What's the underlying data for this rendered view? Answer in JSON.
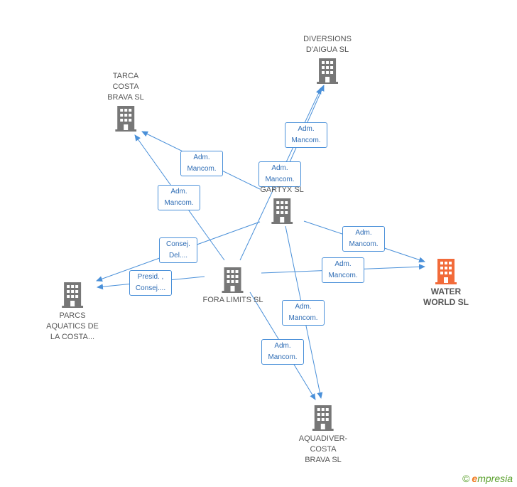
{
  "colors": {
    "edge": "#4a90d9",
    "node": "#777777",
    "focus": "#f26b3a"
  },
  "nodes": {
    "diversions": {
      "label": "DIVERSIONS\nD'AIGUA SL",
      "icon": "building-icon"
    },
    "tarca": {
      "label": "TARCA\nCOSTA\nBRAVA SL",
      "icon": "building-icon"
    },
    "gartyx": {
      "label": "GARTYX SL",
      "icon": "building-icon"
    },
    "water": {
      "label": "WATER\nWORLD SL",
      "icon": "building-icon"
    },
    "parcs": {
      "label": "PARCS\nAQUATICS DE\nLA COSTA...",
      "icon": "building-icon"
    },
    "fora": {
      "label": "FORA LIMITS SL",
      "icon": "building-icon"
    },
    "aquadiver": {
      "label": "AQUADIVER-\nCOSTA\nBRAVA SL",
      "icon": "building-icon"
    }
  },
  "edge_labels": {
    "gartyx_diversions": "Adm.\nMancom.",
    "fora_diversions": "Adm.\nMancom.",
    "gartyx_tarca": "Adm.\nMancom.",
    "fora_tarca": "Adm.\nMancom.",
    "gartyx_water": "Adm.\nMancom.",
    "fora_water": "Adm.\nMancom.",
    "gartyx_parcs": "Consej.\nDel....",
    "fora_parcs": "Presid. ,\nConsej....",
    "gartyx_aquadiver": "Adm.\nMancom.",
    "fora_aquadiver": "Adm.\nMancom."
  },
  "copyright": {
    "symbol": "©",
    "brand_initial": "e",
    "brand_rest": "mpresia"
  }
}
